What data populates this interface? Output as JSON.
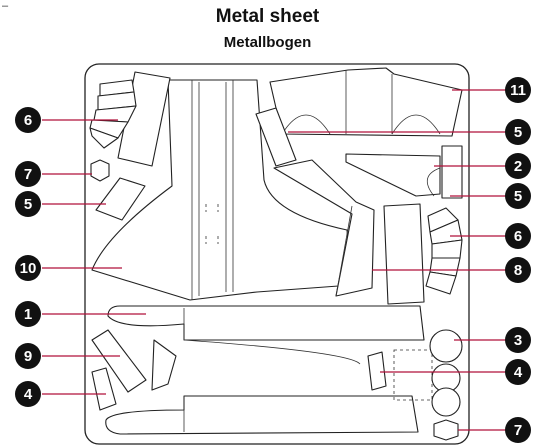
{
  "header": {
    "corner_mark": "–",
    "title": "Metal sheet",
    "subtitle": "Metallbogen"
  },
  "callouts": [
    {
      "id": "c11-right",
      "number": "11"
    },
    {
      "id": "c6-top-left",
      "number": "6"
    },
    {
      "id": "c5-upper-right",
      "number": "5"
    },
    {
      "id": "c2-right",
      "number": "2"
    },
    {
      "id": "c7-left",
      "number": "7"
    },
    {
      "id": "c5-left",
      "number": "5"
    },
    {
      "id": "c5-right",
      "number": "5"
    },
    {
      "id": "c6-right",
      "number": "6"
    },
    {
      "id": "c10-left",
      "number": "10"
    },
    {
      "id": "c8-right",
      "number": "8"
    },
    {
      "id": "c1-left",
      "number": "1"
    },
    {
      "id": "c3-right",
      "number": "3"
    },
    {
      "id": "c9-left",
      "number": "9"
    },
    {
      "id": "c4-right",
      "number": "4"
    },
    {
      "id": "c4-left",
      "number": "4"
    },
    {
      "id": "c7-bottom-right",
      "number": "7"
    }
  ],
  "colors": {
    "leader": "#b0123a",
    "badge": "#111111",
    "outline": "#222222"
  }
}
